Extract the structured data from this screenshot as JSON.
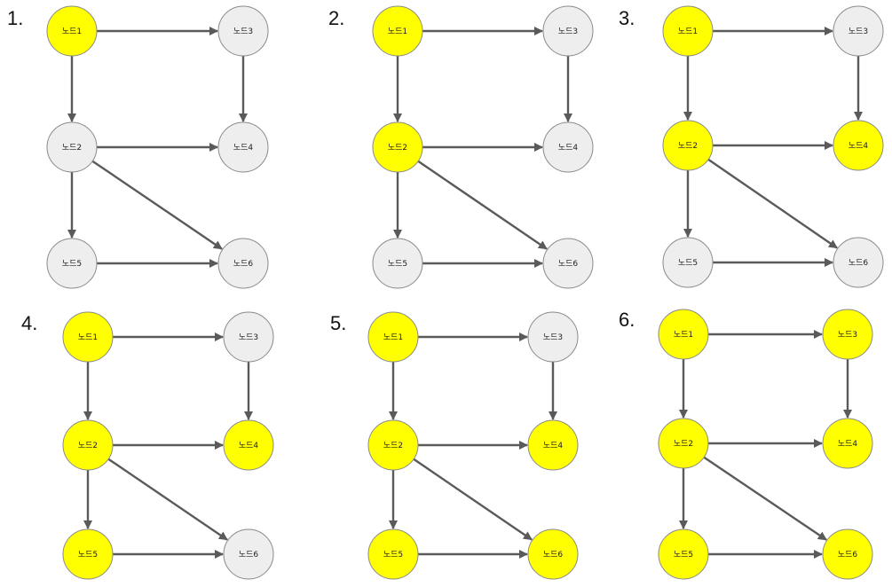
{
  "colors": {
    "visited": "#ffff00",
    "unvisited": "#eeeeee",
    "edge": "#5a5a5a"
  },
  "node_labels": {
    "n1": "노드1",
    "n2": "노드2",
    "n3": "노드3",
    "n4": "노드4",
    "n5": "노드5",
    "n6": "노드6"
  },
  "edges": [
    [
      "n1",
      "n3"
    ],
    [
      "n1",
      "n2"
    ],
    [
      "n3",
      "n4"
    ],
    [
      "n2",
      "n4"
    ],
    [
      "n2",
      "n5"
    ],
    [
      "n2",
      "n6"
    ],
    [
      "n5",
      "n6"
    ]
  ],
  "panels": [
    {
      "number": "1.",
      "visited": [
        "n1"
      ]
    },
    {
      "number": "2.",
      "visited": [
        "n1",
        "n2"
      ]
    },
    {
      "number": "3.",
      "visited": [
        "n1",
        "n2",
        "n4"
      ]
    },
    {
      "number": "4.",
      "visited": [
        "n1",
        "n2",
        "n4",
        "n5"
      ]
    },
    {
      "number": "5.",
      "visited": [
        "n1",
        "n2",
        "n4",
        "n5",
        "n6"
      ]
    },
    {
      "number": "6.",
      "visited": [
        "n1",
        "n2",
        "n3",
        "n4",
        "n5",
        "n6"
      ]
    }
  ]
}
